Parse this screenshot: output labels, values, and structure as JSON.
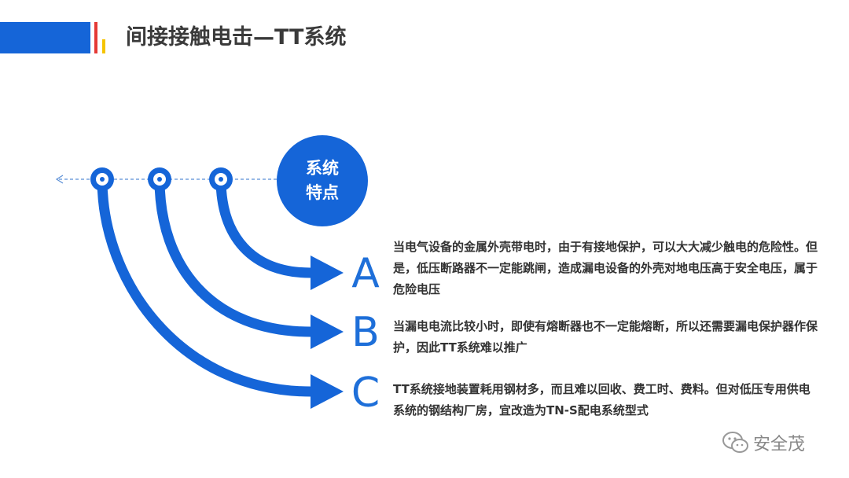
{
  "header": {
    "title": "间接接触电击—TT系统",
    "bar_color": "#1565d8",
    "accent_colors": [
      "#e53935",
      "#f5c400"
    ]
  },
  "diagram": {
    "badge_line1": "系统",
    "badge_line2": "特点",
    "arrow_color": "#1565d8"
  },
  "items": [
    {
      "letter": "A",
      "text": "当电气设备的金属外壳带电时，由于有接地保护，可以大大减少触电的危险性。但是，低压断路器不一定能跳闸，造成漏电设备的外壳对地电压高于安全电压，属于危险电压"
    },
    {
      "letter": "B",
      "text": "当漏电电流比较小时，即使有熔断器也不一定能熔断，所以还需要漏电保护器作保护，因此TT系统难以推广"
    },
    {
      "letter": "C",
      "text": "TT系统接地装置耗用钢材多，而且难以回收、费工时、费料。但对低压专用供电系统的钢结构厂房，宜改造为TN-S配电系统型式"
    }
  ],
  "watermark": {
    "text": "安全茂",
    "icon": "wechat-icon"
  }
}
